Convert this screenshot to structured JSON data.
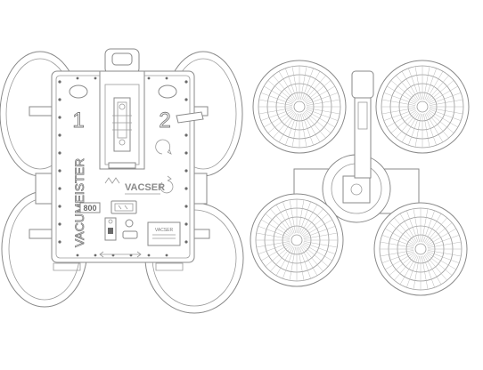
{
  "front_view": {
    "brand": "VACSER",
    "model_name": "VACUMEISTER",
    "capacity": "800",
    "digit_one": "1",
    "digit_two": "2",
    "plate_text": "VACSER"
  },
  "back_view": {}
}
